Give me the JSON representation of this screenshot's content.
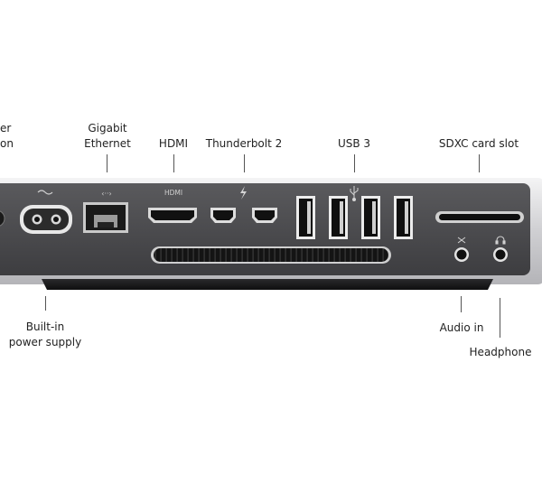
{
  "labels": {
    "power_partial": [
      "er",
      "on"
    ],
    "gigabit": [
      "Gigabit",
      "Ethernet"
    ],
    "hdmi": "HDMI",
    "thunderbolt": "Thunderbolt 2",
    "usb": "USB 3",
    "sdxc": "SDXC card slot",
    "builtin": [
      "Built-in",
      "power supply"
    ],
    "audio_in": "Audio in",
    "headphone": "Headphone"
  },
  "engravings": {
    "hdmi": "HDMI"
  },
  "colors": {
    "body": "#4a4a4c",
    "aluminum": "#d4d4d6",
    "port_dark": "#111111",
    "text": "#222222"
  },
  "icons": [
    "ac-power-icon",
    "ethernet-icon",
    "thunderbolt-icon",
    "usb-icon",
    "microphone-icon",
    "headphone-icon"
  ]
}
